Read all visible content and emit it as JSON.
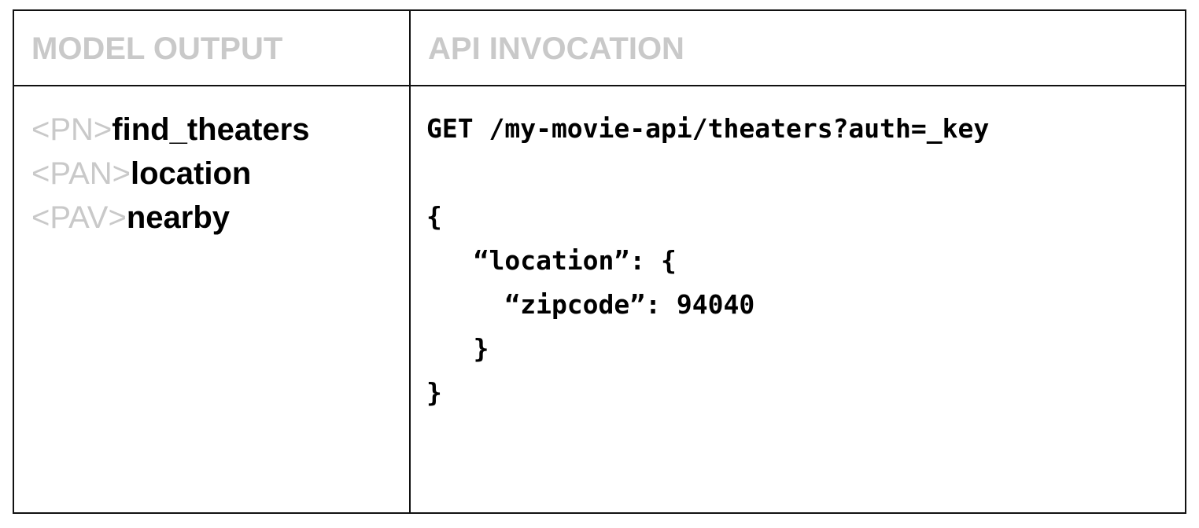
{
  "headers": {
    "model_output": "MODEL OUTPUT",
    "api_invocation": "API INVOCATION"
  },
  "model_output": [
    {
      "tag": "<PN>",
      "value": "find_theaters"
    },
    {
      "tag": "<PAN>",
      "value": "location"
    },
    {
      "tag": "<PAV>",
      "value": "nearby"
    }
  ],
  "api_invocation": {
    "lines": [
      "GET /my-movie-api/theaters?auth=_key",
      "",
      "{",
      "   “location”: {",
      "     “zipcode”: 94040",
      "   }",
      "}"
    ]
  },
  "colors": {
    "header_text": "#c9c9c9",
    "tag_text": "#c9c9c9",
    "value_text": "#000000",
    "border": "#111111"
  }
}
